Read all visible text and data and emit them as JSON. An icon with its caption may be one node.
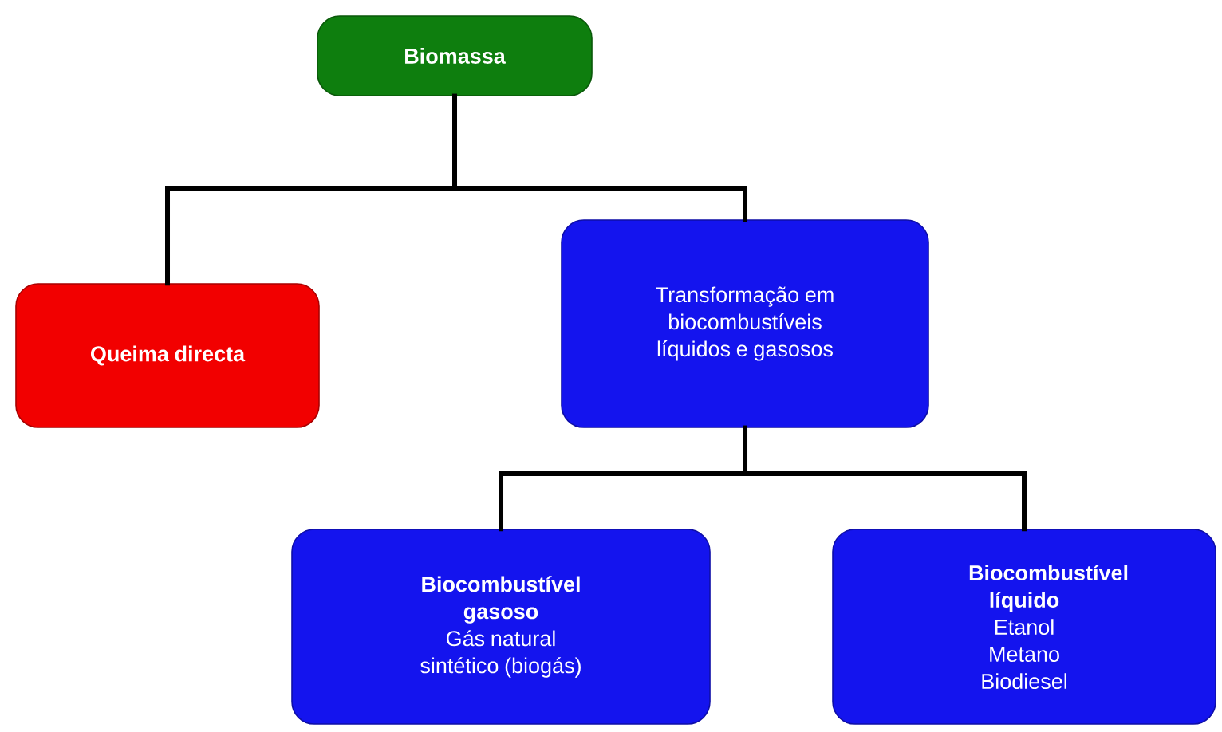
{
  "diagram": {
    "nodes": [
      {
        "text": [
          "Biomassa"
        ]
      },
      {
        "text": [
          "Queima directa"
        ]
      },
      {
        "text": [
          "Transformação em biocombustíveis líquidos e gasosos"
        ]
      },
      {
        "text": [
          "Biocombustível gasoso",
          "Gás natural sintético (biogás)"
        ]
      },
      {
        "text": [
          "Biocombustível líquido",
          "Etanol Metano Biodiesel"
        ]
      }
    ],
    "edges": [
      {
        "from": 0,
        "to": 1,
        "arrow": "none"
      },
      {
        "from": 0,
        "to": 2,
        "arrow": "none"
      },
      {
        "from": 2,
        "to": 3,
        "arrow": "none"
      },
      {
        "from": 2,
        "to": 4,
        "arrow": "none"
      }
    ]
  }
}
